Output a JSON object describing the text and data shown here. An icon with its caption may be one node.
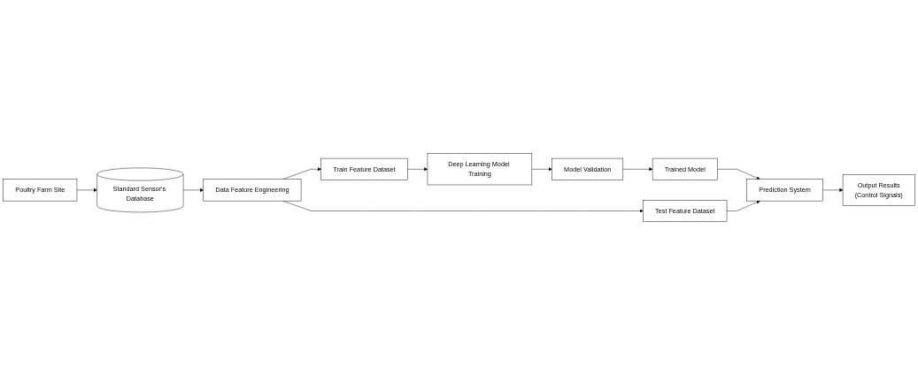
{
  "diagram": {
    "nodes": [
      {
        "text": [
          "Poultry Farm Site"
        ]
      },
      {
        "text": [
          "Standard Sensor's Database"
        ]
      },
      {
        "text": [
          "Data Feature Engineering"
        ]
      },
      {
        "text": [
          "Train Feature Dataset"
        ]
      },
      {
        "text": [
          "Deep Learning Model Training"
        ]
      },
      {
        "text": [
          "Test Feature Dataset"
        ]
      },
      {
        "text": [
          "Model Validation"
        ]
      },
      {
        "text": [
          "Prediction System"
        ]
      },
      {
        "text": [
          "Trained Model"
        ]
      },
      {
        "text": [
          "Output Results",
          "(Control Signals)"
        ]
      }
    ],
    "edges": [
      {
        "from": 0,
        "to": 1,
        "arrow": "to"
      },
      {
        "from": 1,
        "to": 2,
        "arrow": "to"
      },
      {
        "from": 2,
        "to": 3,
        "arrow": "to"
      },
      {
        "from": 3,
        "to": 4,
        "arrow": "to"
      },
      {
        "from": 2,
        "to": 5,
        "arrow": "to"
      },
      {
        "from": 4,
        "to": 6,
        "arrow": "to"
      },
      {
        "from": 6,
        "to": 8,
        "arrow": "to"
      },
      {
        "from": 8,
        "to": 7,
        "arrow": "to"
      },
      {
        "from": 5,
        "to": 7,
        "arrow": "to"
      },
      {
        "from": 7,
        "to": 9,
        "arrow": "to"
      }
    ]
  }
}
